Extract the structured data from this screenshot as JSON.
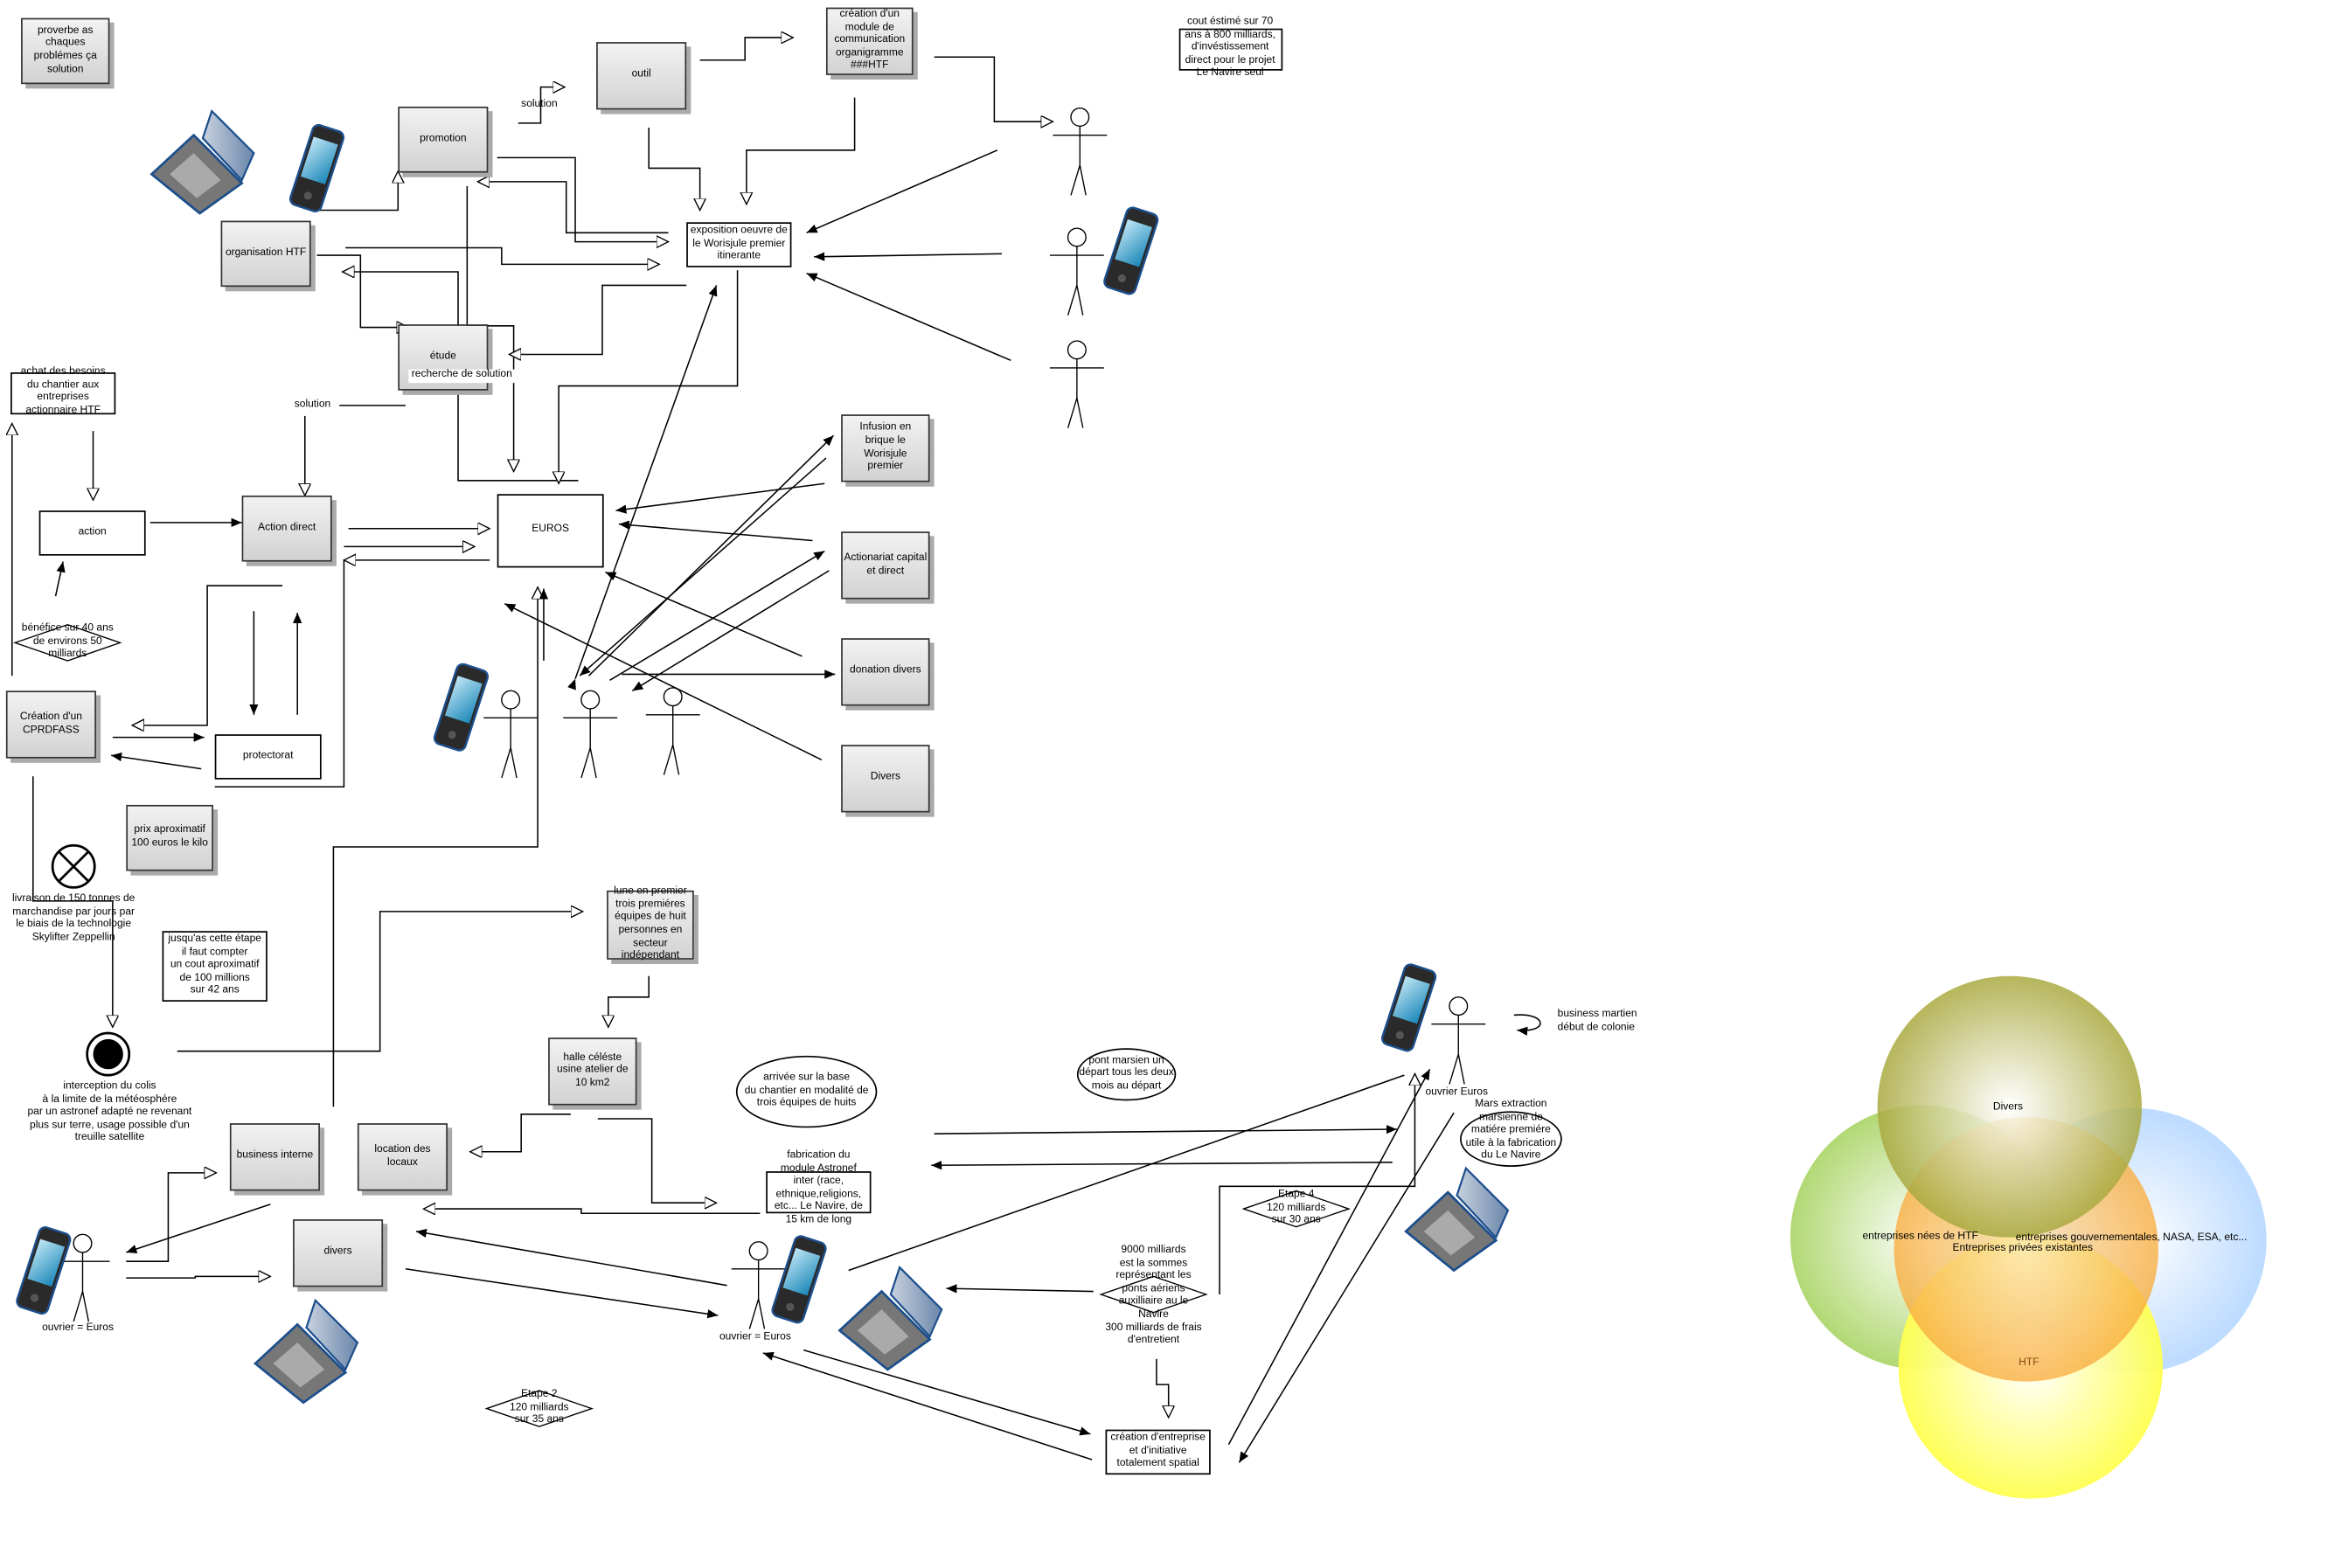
{
  "nodes": {
    "proverbe": "proverbe as\nchaques\nproblémes ça\nsolution",
    "outil": "outil",
    "creation_module": "création d'un\nmodule de\ncommunication\norganigramme\n###HTF",
    "cout": "cout éstimé sur 70\nans à 800 milliards,\nd'invéstissement\ndirect pour le projet\nLe Navire seul",
    "promotion": "promotion",
    "solution_1": "solution",
    "organisation": "organisation HTF",
    "exposition": "exposition oeuvre de\nle Worisjule premier\nitinerante",
    "etude": "étude",
    "recherche": "recherche de solution",
    "achat": "achat des besoins\ndu chantier aux\nentreprises\nactionnaire HTF",
    "solution_2": "solution",
    "action": "action",
    "action_direct": "Action direct",
    "euros": "EUROS",
    "infusion": "Infusion en\nbrique le\nWorisjule\npremier",
    "actionariat": "Actionariat capital\net direct",
    "donation": "donation divers",
    "divers_top": "Divers",
    "benefice": "bénéfice sur 40 ans\nde environs 50\nmilliards",
    "cprdfass": "Création d'un\nCPRDFASS",
    "protectorat": "protectorat",
    "prix": "prix aproximatif\n100 euros le kilo",
    "livraison": "livraison de 150 tonnes de\nmarchandise par jours par\nle biais de la technologie\nSkylifter Zeppellin",
    "jusqu": "jusqu'as cette étape\nil faut compter\nun cout aproximatif\nde 100 millions\nsur 42 ans",
    "interception": "interception du colis\nà la limite de la météosphére\npar un astronef adapté ne revenant\nplus sur terre, usage possible d'un\ntreuille satellite",
    "lune": "lune en premier\ntrois premiéres\néquipes de huit\npersonnes en\nsecteur\nindépendant",
    "halle": "halle céléste\nusine atelier de\n10 km2",
    "arrivee": "arrivée sur la base\ndu chantier en modalité de\ntrois équipes de huits",
    "pont": "pont marsien un\ndépart tous les deux\nmois au départ",
    "business_interne": "business interne",
    "location": "location des\nlocaux",
    "divers_bottom": "divers",
    "ouvrier_1": "ouvrier = Euros",
    "fabrication": "fabrication du\nmodule Astronef\ninter (race,\nethnique,religions,\netc... Le Navire, de\n15 km de long",
    "ouvrier_2": "ouvrier = Euros",
    "etape2": "Etape 2\n120 milliards\nsur 35 ans",
    "neuf_mille": "9000 milliards\nest la sommes\nreprésentant les\nponts aériens\nauxilliaire au le\nNavire\n300 milliards de frais\nd'entretient",
    "creation_entreprise": "création d'entreprise\net d'initiative\ntotalement spatial",
    "etape4": "Etape 4\n120 milliards\nsur 30 ans",
    "ouvrier_3": "ouvrier Euros",
    "mars": "Mars extraction\nmarsienne de\nmatiére premiére\nutile à la fabrication\ndu Le Navire",
    "business_martien": "business martien\ndébut de colonie"
  },
  "venn": {
    "divers": "Divers",
    "htf_born": "entreprises nées de HTF",
    "gov": "entreprises gouvernementales, NASA, ESA, etc...",
    "private": "Entreprises privées existantes",
    "htf": "HTF",
    "colors": {
      "olive": "#9a9a1e",
      "green": "#9acd4a",
      "blue": "#a8d0ff",
      "yellow": "#ffff33",
      "orange": "#f7a020"
    }
  },
  "icons": {
    "phone": "smartphone-icon",
    "laptop": "laptop-icon",
    "actor": "stick-figure-icon",
    "cross": "x-circle-icon",
    "final": "final-state-icon"
  }
}
